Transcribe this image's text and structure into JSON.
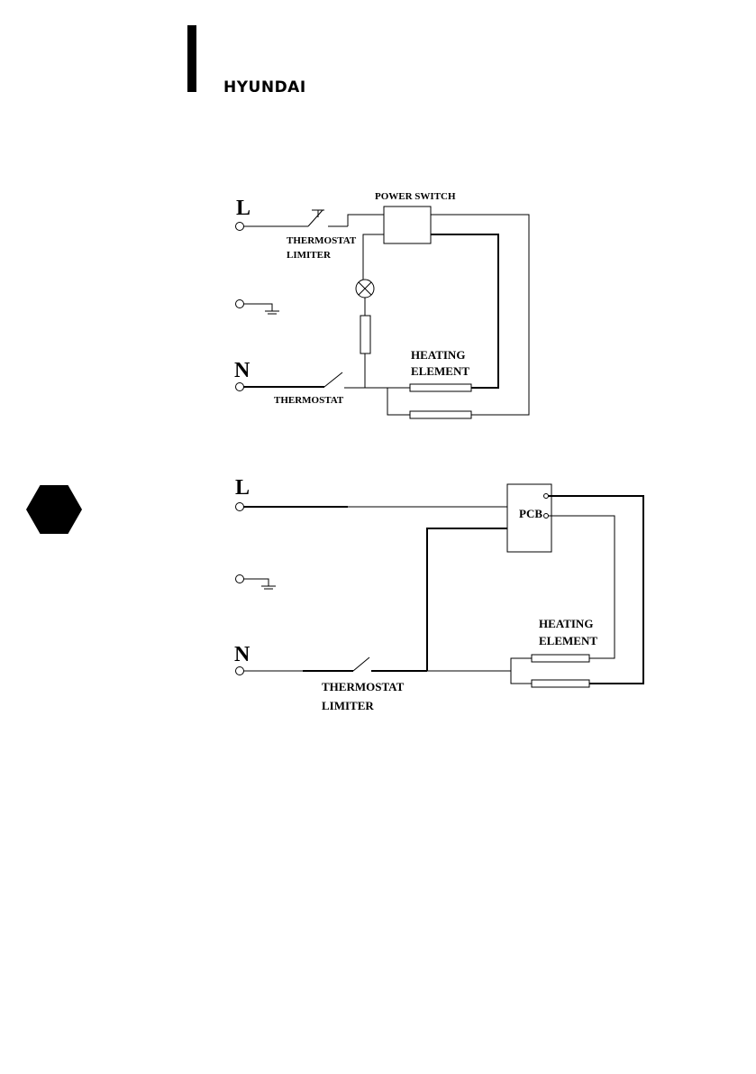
{
  "header": {
    "brand": "HYUNDAI"
  },
  "diagram1": {
    "line_label": "L",
    "neutral_label": "N",
    "power_switch": "POWER SWITCH",
    "thermostat_limiter_1": "THERMOSTAT",
    "thermostat_limiter_2": "LIMITER",
    "thermostat": "THERMOSTAT",
    "heating_element_1": "HEATING",
    "heating_element_2": "ELEMENT"
  },
  "diagram2": {
    "line_label": "L",
    "neutral_label": "N",
    "pcb": "PCB",
    "heating_element_1": "HEATING",
    "heating_element_2": "ELEMENT",
    "thermostat_limiter_1": "THERMOSTAT",
    "thermostat_limiter_2": "LIMITER"
  },
  "colors": {
    "ink": "#000000",
    "background": "#ffffff"
  }
}
